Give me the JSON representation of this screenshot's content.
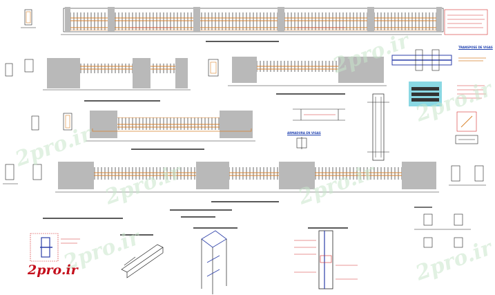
{
  "watermark": {
    "text": "2pro.ir",
    "color": "#c40f1c",
    "faint_color": "#c9e6cc"
  },
  "labels": {
    "main_title": "",
    "right_title": "TRANSPOSE DE VIGAS",
    "mid_title": "ARMADURA EN VIGAS"
  },
  "colors": {
    "wall_fill": "#b9b9b9",
    "rebar_orange": "#d9822b",
    "line_dark": "#222222",
    "annotation_red": "#d32a2a",
    "detail_blue": "#2b3ea8",
    "table_cyan": "#8ad8e3",
    "table_dark": "#333333"
  }
}
